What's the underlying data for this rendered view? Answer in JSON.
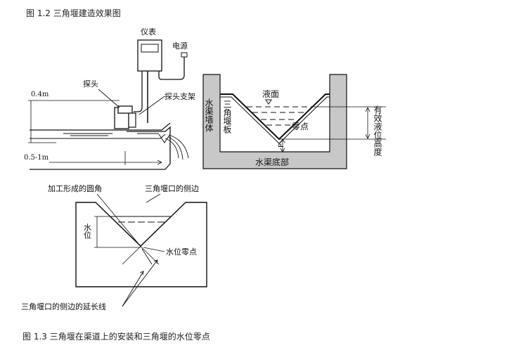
{
  "captions": {
    "top": "图 1.2  三角堰建造效果图",
    "bottom": "图 1.3  三角堰在渠道上的安装和三角堰的水位零点"
  },
  "install": {
    "meter": "仪表",
    "power": "电源",
    "probe": "探头",
    "bracket": "探头支架",
    "height": "0.4m",
    "distance": "0.5-1m"
  },
  "section": {
    "wall": "水渠墙体",
    "plate": "三角堰板",
    "surface": "液面",
    "zero": "零点",
    "p": "P",
    "bottom": "水渠底部",
    "effective": "有效液位高度"
  },
  "notch": {
    "round": "加工形成的圆角",
    "side": "三角堰口的侧边",
    "level": "水位",
    "zero": "水位零点",
    "extension": "三角堰口的侧边的延长线"
  }
}
